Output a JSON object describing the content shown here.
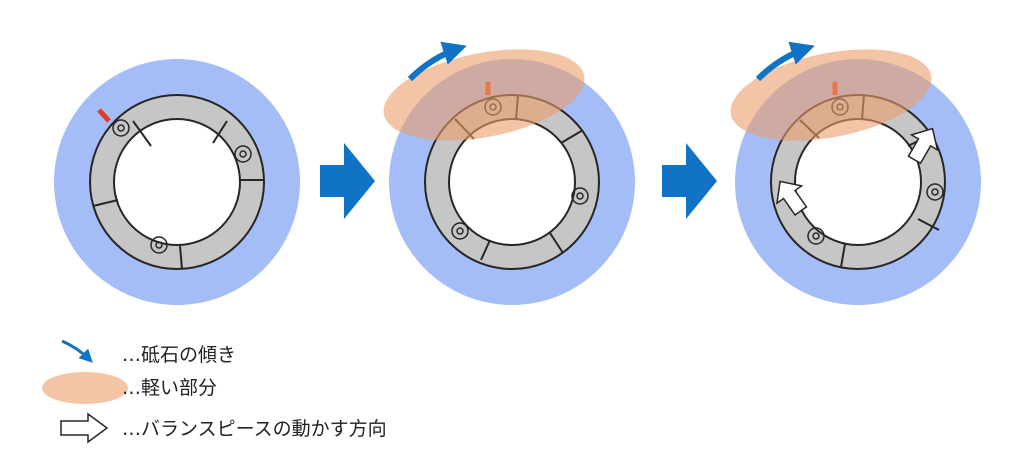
{
  "colors": {
    "wheel": "#a4bdf6",
    "ring": "#c6c6c6",
    "ring_stroke": "#262626",
    "hole": "#ffffff",
    "marker": "#e53a24",
    "arrow": "#1173c6",
    "light_zone": "#eb9c6b",
    "light_zone_opacity": 0.6,
    "piece_arrow": "#ffffff"
  },
  "icons": {
    "tilt": "curved-tilt-arrow-icon",
    "light": "light-part-ellipse-icon",
    "move": "outline-right-arrow-icon"
  },
  "legend": {
    "tilt_text": "…砥石の傾き",
    "light_text": "…軽い部分",
    "move_text": "…バランスピースの動かす方向"
  }
}
